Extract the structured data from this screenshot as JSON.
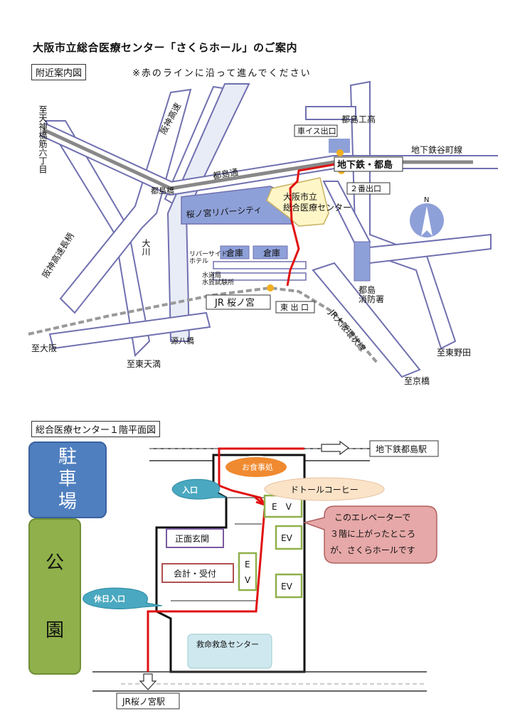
{
  "title": "大阪市立総合医療センター「さくらホール」のご案内",
  "map": {
    "box_label": "附近案内図",
    "note": "※赤のラインに沿って進んでください",
    "labels": {
      "tenjin": "至天神橋筋六丁目",
      "hanshin_north": "阪神高速",
      "miyakojima_kou": "都島工高",
      "wheelchair_exit": "車イス出口",
      "subway_station": "地下鉄・都島",
      "tanimachi_line": "地下鉄谷町線",
      "miyakojima_dori": "都島通",
      "miyakojima_bashi": "都島橋",
      "exit2": "２番出口",
      "center_line1": "大阪市立",
      "center_line2": "総合医療センター",
      "north": "N",
      "river_city": "桜ノ宮リバーシティ",
      "hanshin_nagara": "阪神高速長柄",
      "okawa": "大川",
      "riverside_hotel": "リバーサイド\nホテル",
      "warehouse1": "倉庫",
      "warehouse2": "倉庫",
      "suido": "水道局\n水質試験所",
      "jr_station": "JR 桜ノ宮",
      "east_exit": "東 出 口",
      "fire_station": "都島\n消防署",
      "loop_line": "JR大阪環状線",
      "to_osaka": "至大阪",
      "genpachi": "源八橋",
      "to_higashitemma": "至東天満",
      "to_higashinoda": "至東野田",
      "to_kyobashi": "至京橋"
    }
  },
  "floor": {
    "box_label": "総合医療センター１階平面図",
    "parking": "駐\n車\n場",
    "park_1": "公",
    "park_2": "園",
    "subway_label": "地下鉄都島駅",
    "jr_label": "JR桜ノ宮駅",
    "entrance": "入口",
    "holiday_entrance": "休日入口",
    "restaurant": "お食事処",
    "doutor": "ドトールコーヒー",
    "ev_main": "E　V",
    "ev_2": "EV",
    "ev_3": "EV",
    "ev_4_line1": "E",
    "ev_4_line2": "V",
    "front_entrance": "正面玄関",
    "reception": "会計・受付",
    "emergency": "救命救急センター",
    "callout_line1": "このエレベーターで",
    "callout_line2": "３階に上がったところ",
    "callout_line3": "が、さくらホールです"
  },
  "colors": {
    "road_fill": "#ffffff",
    "road_stroke": "#7070b0",
    "block_blue": "#8ea0d8",
    "center_fill": "#fff6c8",
    "route_red": "#e01010",
    "parking_blue": "#4f7fbf",
    "park_green": "#8fb04a"
  }
}
